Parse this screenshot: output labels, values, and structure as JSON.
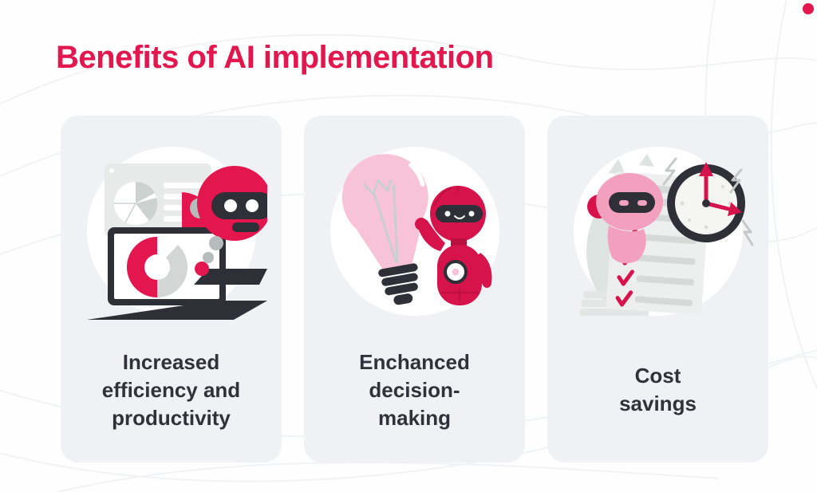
{
  "title": "Benefits of AI implementation",
  "colors": {
    "accent_crimson": "#e3164e",
    "deep_crimson": "#d6134b",
    "soft_pink": "#f8c3d7",
    "robot_pink": "#f2a0bd",
    "charcoal": "#2e2f37",
    "card_background": "#f0f1f4",
    "caption_text": "#30323a",
    "canvas_background": "#fefefe",
    "illustration_gray": "#d5dad9"
  },
  "cards": [
    {
      "id": "efficiency",
      "caption": "Increased\nefficiency and\nproductivity",
      "illustration": "robot-with-laptop-and-pie-charts"
    },
    {
      "id": "decision",
      "caption": "Enchanced\ndecision-\nmaking",
      "illustration": "robot-with-idea-lightbulb"
    },
    {
      "id": "cost",
      "caption": "Cost\nsavings",
      "illustration": "robot-with-checklist-and-clock"
    }
  ],
  "decor": {
    "corner_dot_color": "#e3164e",
    "background_lines_color": "#f1f2f3"
  }
}
